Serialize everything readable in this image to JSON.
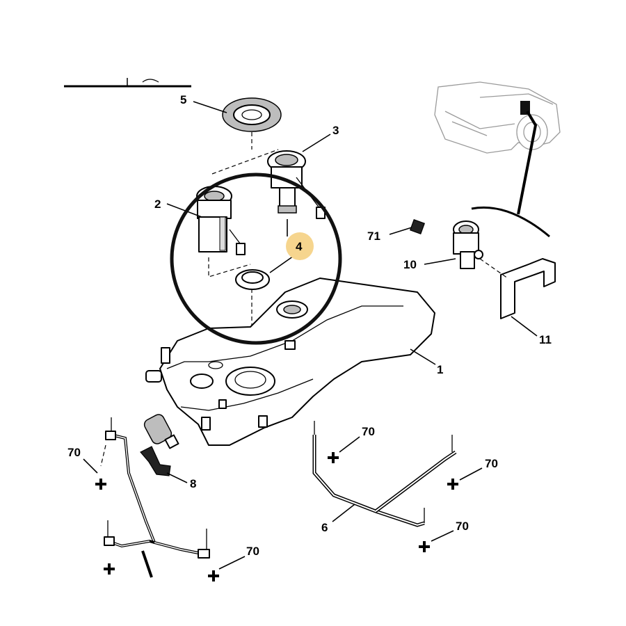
{
  "diagram": {
    "callouts": [
      {
        "id": "c1",
        "label": "1"
      },
      {
        "id": "c2",
        "label": "2"
      },
      {
        "id": "c3",
        "label": "3"
      },
      {
        "id": "c4",
        "label": "4"
      },
      {
        "id": "c5",
        "label": "5"
      },
      {
        "id": "c6",
        "label": "6"
      },
      {
        "id": "c8",
        "label": "8"
      },
      {
        "id": "c10",
        "label": "10"
      },
      {
        "id": "c11",
        "label": "11"
      },
      {
        "id": "c70a",
        "label": "70"
      },
      {
        "id": "c70b",
        "label": "70"
      },
      {
        "id": "c70c",
        "label": "70"
      },
      {
        "id": "c70d",
        "label": "70"
      },
      {
        "id": "c70e",
        "label": "70"
      },
      {
        "id": "c71",
        "label": "71"
      }
    ],
    "highlight_color": "#f6d58e",
    "circle_color": "#111111"
  }
}
